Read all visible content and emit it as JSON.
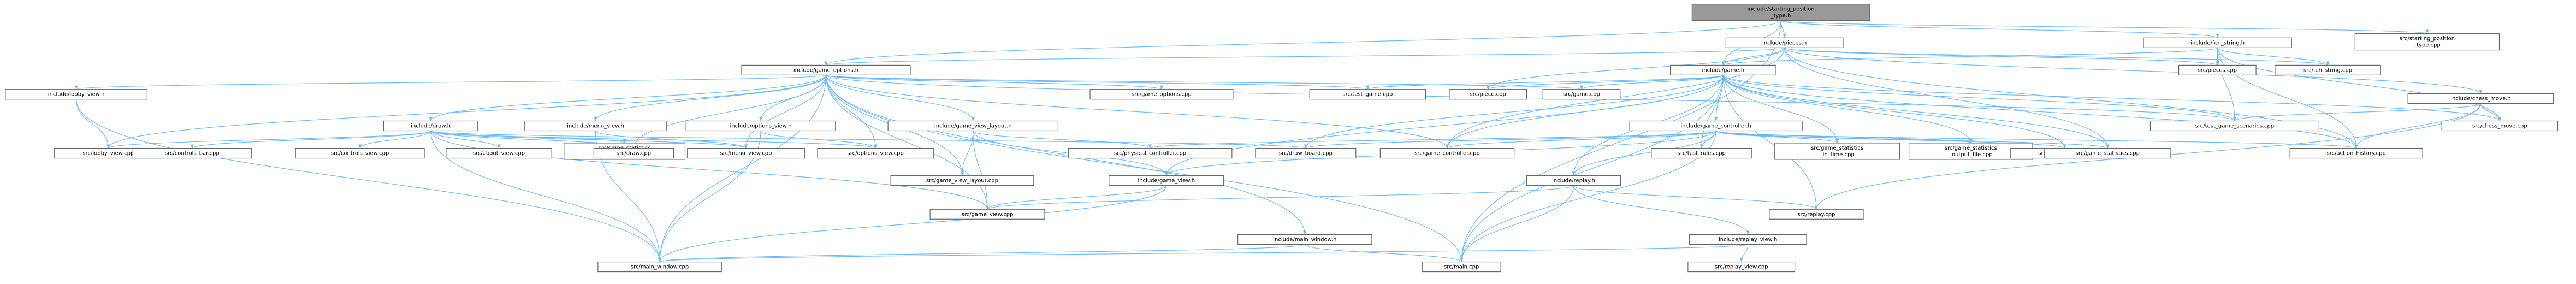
{
  "diagram": {
    "title": "",
    "colors": {
      "edge": "#63b8ff",
      "node_border": "#666666",
      "root_fill": "#999999",
      "node_fill": "#ffffff",
      "text": "#000000"
    },
    "nodes": [
      {
        "id": "n_root",
        "lines": [
          "include/starting_position",
          "_type.h"
        ],
        "root": true
      },
      {
        "id": "n_fen_h",
        "lines": [
          "include/fen_string.h"
        ]
      },
      {
        "id": "n_pieces_h",
        "lines": [
          "include/pieces.h"
        ]
      },
      {
        "id": "n_sp_cpp",
        "lines": [
          "src/starting_position",
          "_type.cpp"
        ]
      },
      {
        "id": "n_go_h",
        "lines": [
          "include/game_options.h"
        ]
      },
      {
        "id": "n_game_h",
        "lines": [
          "include/game.h"
        ]
      },
      {
        "id": "n_pieces_cpp",
        "lines": [
          "src/pieces.cpp"
        ]
      },
      {
        "id": "n_fen_cpp",
        "lines": [
          "src/fen_string.cpp"
        ]
      },
      {
        "id": "n_cm_h",
        "lines": [
          "include/chess_move.h"
        ]
      },
      {
        "id": "n_lobby_h",
        "lines": [
          "include/lobby_view.h"
        ]
      },
      {
        "id": "n_draw_h",
        "lines": [
          "include/draw.h"
        ]
      },
      {
        "id": "n_menu_h",
        "lines": [
          "include/menu_view.h"
        ]
      },
      {
        "id": "n_opt_h",
        "lines": [
          "include/options_view.h"
        ]
      },
      {
        "id": "n_gvl_h",
        "lines": [
          "include/game_view_layout.h"
        ]
      },
      {
        "id": "n_go_cpp",
        "lines": [
          "src/game_options.cpp"
        ]
      },
      {
        "id": "n_tg_cpp",
        "lines": [
          "src/test_game.cpp"
        ]
      },
      {
        "id": "n_piece_cpp",
        "lines": [
          "src/piece.cpp"
        ]
      },
      {
        "id": "n_game_cpp",
        "lines": [
          "src/game.cpp"
        ]
      },
      {
        "id": "n_gc_h",
        "lines": [
          "include/game_controller.h"
        ]
      },
      {
        "id": "n_tgs_cpp",
        "lines": [
          "src/test_game_scenarios.cpp"
        ]
      },
      {
        "id": "n_cm_cpp",
        "lines": [
          "src/chess_move.cpp"
        ]
      },
      {
        "id": "n_lobby_cpp",
        "lines": [
          "src/lobby_view.cpp"
        ]
      },
      {
        "id": "n_cb_cpp",
        "lines": [
          "src/controls_bar.cpp"
        ]
      },
      {
        "id": "n_cv_cpp",
        "lines": [
          "src/controls_view.cpp"
        ]
      },
      {
        "id": "n_about_cpp",
        "lines": [
          "src/about_view.cpp"
        ]
      },
      {
        "id": "n_gsw_cpp",
        "lines": [
          "src/game_statistics",
          "_widget.cpp"
        ]
      },
      {
        "id": "n_draw_cpp",
        "lines": [
          "src/draw.cpp"
        ]
      },
      {
        "id": "n_menu_cpp",
        "lines": [
          "src/menu_view.cpp"
        ]
      },
      {
        "id": "n_opt_cpp",
        "lines": [
          "src/options_view.cpp"
        ]
      },
      {
        "id": "n_gvl_cpp",
        "lines": [
          "src/game_view_layout.cpp"
        ]
      },
      {
        "id": "n_pc_cpp",
        "lines": [
          "src/physical_controller.cpp"
        ]
      },
      {
        "id": "n_gv_h",
        "lines": [
          "include/game_view.h"
        ]
      },
      {
        "id": "n_db_cpp",
        "lines": [
          "src/draw_board.cpp"
        ]
      },
      {
        "id": "n_gc_cpp",
        "lines": [
          "src/game_controller.cpp"
        ]
      },
      {
        "id": "n_replay_h",
        "lines": [
          "include/replay.h"
        ]
      },
      {
        "id": "n_tr_cpp",
        "lines": [
          "src/test_rules.cpp"
        ]
      },
      {
        "id": "n_gsit_cpp",
        "lines": [
          "src/game_statistics",
          "_in_time.cpp"
        ]
      },
      {
        "id": "n_gsof_cpp",
        "lines": [
          "src/game_statistics",
          "_output_file.cpp"
        ]
      },
      {
        "id": "n_ui_cpp",
        "lines": [
          "src/user_inputs.cpp"
        ]
      },
      {
        "id": "n_gs_cpp",
        "lines": [
          "src/game_statistics.cpp"
        ]
      },
      {
        "id": "n_ah_cpp",
        "lines": [
          "src/action_history.cpp"
        ]
      },
      {
        "id": "n_gv_cpp",
        "lines": [
          "src/game_view.cpp"
        ]
      },
      {
        "id": "n_mw_h",
        "lines": [
          "include/main_window.h"
        ]
      },
      {
        "id": "n_rv_h",
        "lines": [
          "include/replay_view.h"
        ]
      },
      {
        "id": "n_replay_cpp",
        "lines": [
          "src/replay.cpp"
        ]
      },
      {
        "id": "n_mw_cpp",
        "lines": [
          "src/main_window.cpp"
        ]
      },
      {
        "id": "n_main_cpp",
        "lines": [
          "src/main.cpp"
        ]
      },
      {
        "id": "n_rv_cpp",
        "lines": [
          "src/replay_view.cpp"
        ]
      }
    ],
    "edges": [
      [
        "n_root",
        "n_fen_h"
      ],
      [
        "n_root",
        "n_pieces_h"
      ],
      [
        "n_root",
        "n_sp_cpp"
      ],
      [
        "n_root",
        "n_go_h"
      ],
      [
        "n_root",
        "n_game_h"
      ],
      [
        "n_root",
        "n_main_cpp"
      ],
      [
        "n_fen_h",
        "n_fen_cpp"
      ],
      [
        "n_fen_h",
        "n_pieces_cpp"
      ],
      [
        "n_fen_h",
        "n_game_h"
      ],
      [
        "n_fen_h",
        "n_cm_cpp"
      ],
      [
        "n_fen_h",
        "n_tgs_cpp"
      ],
      [
        "n_fen_h",
        "n_ah_cpp"
      ],
      [
        "n_pieces_h",
        "n_pieces_cpp"
      ],
      [
        "n_pieces_h",
        "n_fen_cpp"
      ],
      [
        "n_pieces_h",
        "n_game_h"
      ],
      [
        "n_pieces_h",
        "n_cm_h"
      ],
      [
        "n_pieces_h",
        "n_go_h"
      ],
      [
        "n_pieces_h",
        "n_piece_cpp"
      ],
      [
        "n_pieces_h",
        "n_gc_cpp"
      ],
      [
        "n_pieces_h",
        "n_gs_cpp"
      ],
      [
        "n_pieces_h",
        "n_ah_cpp"
      ],
      [
        "n_go_h",
        "n_lobby_h"
      ],
      [
        "n_go_h",
        "n_draw_h"
      ],
      [
        "n_go_h",
        "n_menu_h"
      ],
      [
        "n_go_h",
        "n_opt_h"
      ],
      [
        "n_go_h",
        "n_gvl_h"
      ],
      [
        "n_go_h",
        "n_go_cpp"
      ],
      [
        "n_go_h",
        "n_tg_cpp"
      ],
      [
        "n_go_h",
        "n_game_cpp"
      ],
      [
        "n_go_h",
        "n_lobby_cpp"
      ],
      [
        "n_go_h",
        "n_draw_cpp"
      ],
      [
        "n_go_h",
        "n_menu_cpp"
      ],
      [
        "n_go_h",
        "n_opt_cpp"
      ],
      [
        "n_go_h",
        "n_gv_cpp"
      ],
      [
        "n_go_h",
        "n_gvl_cpp"
      ],
      [
        "n_go_h",
        "n_mw_cpp"
      ],
      [
        "n_go_h",
        "n_main_cpp"
      ],
      [
        "n_go_h",
        "n_mw_h"
      ],
      [
        "n_go_h",
        "n_gc_cpp"
      ],
      [
        "n_go_h",
        "n_tgs_cpp"
      ],
      [
        "n_game_h",
        "n_gc_h"
      ],
      [
        "n_game_h",
        "n_tg_cpp"
      ],
      [
        "n_game_h",
        "n_piece_cpp"
      ],
      [
        "n_game_h",
        "n_game_cpp"
      ],
      [
        "n_game_h",
        "n_tgs_cpp"
      ],
      [
        "n_game_h",
        "n_cm_cpp"
      ],
      [
        "n_game_h",
        "n_replay_h"
      ],
      [
        "n_game_h",
        "n_tr_cpp"
      ],
      [
        "n_game_h",
        "n_gsit_cpp"
      ],
      [
        "n_game_h",
        "n_gsof_cpp"
      ],
      [
        "n_game_h",
        "n_ui_cpp"
      ],
      [
        "n_game_h",
        "n_gs_cpp"
      ],
      [
        "n_game_h",
        "n_ah_cpp"
      ],
      [
        "n_game_h",
        "n_db_cpp"
      ],
      [
        "n_game_h",
        "n_gc_cpp"
      ],
      [
        "n_game_h",
        "n_gv_h"
      ],
      [
        "n_game_h",
        "n_main_cpp"
      ],
      [
        "n_game_h",
        "n_replay_cpp"
      ],
      [
        "n_cm_h",
        "n_cm_cpp"
      ],
      [
        "n_cm_h",
        "n_tgs_cpp"
      ],
      [
        "n_cm_h",
        "n_ah_cpp"
      ],
      [
        "n_cm_h",
        "n_replay_cpp"
      ],
      [
        "n_lobby_h",
        "n_lobby_cpp"
      ],
      [
        "n_lobby_h",
        "n_mw_cpp"
      ],
      [
        "n_draw_h",
        "n_lobby_cpp"
      ],
      [
        "n_draw_h",
        "n_cb_cpp"
      ],
      [
        "n_draw_h",
        "n_cv_cpp"
      ],
      [
        "n_draw_h",
        "n_about_cpp"
      ],
      [
        "n_draw_h",
        "n_gsw_cpp"
      ],
      [
        "n_draw_h",
        "n_draw_cpp"
      ],
      [
        "n_draw_h",
        "n_menu_cpp"
      ],
      [
        "n_draw_h",
        "n_opt_cpp"
      ],
      [
        "n_draw_h",
        "n_db_cpp"
      ],
      [
        "n_draw_h",
        "n_gv_cpp"
      ],
      [
        "n_draw_h",
        "n_mw_cpp"
      ],
      [
        "n_menu_h",
        "n_menu_cpp"
      ],
      [
        "n_menu_h",
        "n_mw_cpp"
      ],
      [
        "n_opt_h",
        "n_opt_cpp"
      ],
      [
        "n_opt_h",
        "n_mw_cpp"
      ],
      [
        "n_gvl_h",
        "n_gvl_cpp"
      ],
      [
        "n_gvl_h",
        "n_pc_cpp"
      ],
      [
        "n_gvl_h",
        "n_gv_cpp"
      ],
      [
        "n_gvl_h",
        "n_gv_h"
      ],
      [
        "n_gc_h",
        "n_gc_cpp"
      ],
      [
        "n_gc_h",
        "n_gsit_cpp"
      ],
      [
        "n_gc_h",
        "n_gsof_cpp"
      ],
      [
        "n_gc_h",
        "n_ui_cpp"
      ],
      [
        "n_gc_h",
        "n_gs_cpp"
      ],
      [
        "n_gc_h",
        "n_ah_cpp"
      ],
      [
        "n_gc_h",
        "n_db_cpp"
      ],
      [
        "n_gc_h",
        "n_gv_h"
      ],
      [
        "n_gc_h",
        "n_tr_cpp"
      ],
      [
        "n_gc_h",
        "n_replay_h"
      ],
      [
        "n_gc_h",
        "n_main_cpp"
      ],
      [
        "n_gc_h",
        "n_pc_cpp"
      ],
      [
        "n_gv_h",
        "n_gv_cpp"
      ],
      [
        "n_gv_h",
        "n_mw_cpp"
      ],
      [
        "n_replay_h",
        "n_replay_cpp"
      ],
      [
        "n_replay_h",
        "n_rv_h"
      ],
      [
        "n_replay_h",
        "n_main_cpp"
      ],
      [
        "n_replay_h",
        "n_gv_cpp"
      ],
      [
        "n_mw_h",
        "n_mw_cpp"
      ],
      [
        "n_mw_h",
        "n_main_cpp"
      ],
      [
        "n_rv_h",
        "n_rv_cpp"
      ],
      [
        "n_rv_h",
        "n_mw_cpp"
      ]
    ]
  }
}
